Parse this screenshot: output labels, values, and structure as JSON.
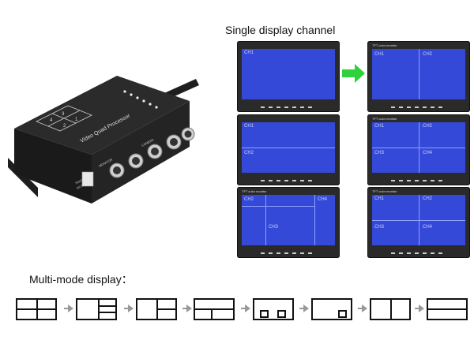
{
  "titles": {
    "single": "Single display channel",
    "multi": "Multi-mode display："
  },
  "device": {
    "name": "Video Quad Processor",
    "labels": {
      "monitor": "MONITOR",
      "camera": "CAMERA",
      "trigger": "TRIGGER",
      "power": "DC12-36V"
    },
    "quad_numbers": [
      "1",
      "2",
      "3",
      "4"
    ]
  },
  "monitor_header": "TFT color monitor",
  "monitors": [
    {
      "id": "m1",
      "channels": [
        "CH1"
      ]
    },
    {
      "id": "m2",
      "channels": [
        "CH1",
        "CH2"
      ]
    },
    {
      "id": "m3",
      "channels": [
        "CH1",
        "CH2"
      ]
    },
    {
      "id": "m4",
      "channels": [
        "CH1",
        "CH2",
        "CH3",
        "CH4"
      ]
    },
    {
      "id": "m5",
      "channels": [
        "CH2",
        "CH4",
        "CH3"
      ]
    },
    {
      "id": "m6",
      "channels": [
        "CH1",
        "CH2",
        "CH3",
        "CH4"
      ]
    }
  ],
  "colors": {
    "screen": "#3549d8",
    "arrow": "#2fd23a",
    "bezel": "#2a2a2a"
  }
}
